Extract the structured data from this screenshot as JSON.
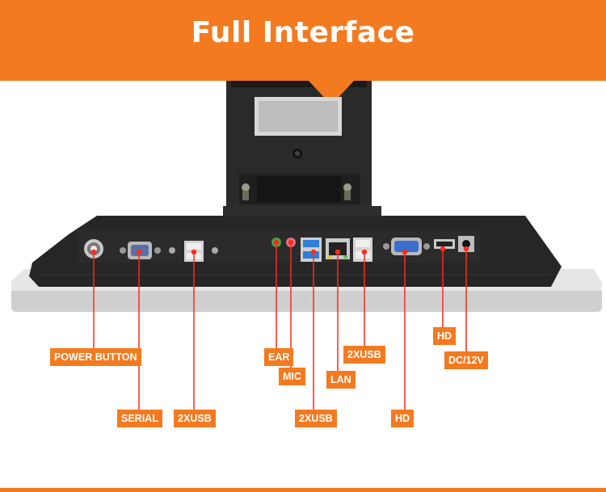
{
  "banner": {
    "title": "Full Interface",
    "color": "#f47a20"
  },
  "ports": {
    "power_button": "POWER BUTTON",
    "serial": "SERIAL",
    "usb_left": "2XUSB",
    "ear": "EAR",
    "mic": "MIC",
    "usb_blue": "2XUSB",
    "lan": "LAN",
    "usb_right": "2XUSB",
    "hd_vga": "HD",
    "hd_hdmi": "HD",
    "dc": "DC/12V"
  },
  "colors": {
    "accent": "#f47a20",
    "leader_line": "#ff2a1a",
    "usb3_blue": "#2f7fdb",
    "ear_green": "#3ea84a",
    "mic_pink": "#e0708a",
    "vga_blue": "#3a6fd0"
  }
}
